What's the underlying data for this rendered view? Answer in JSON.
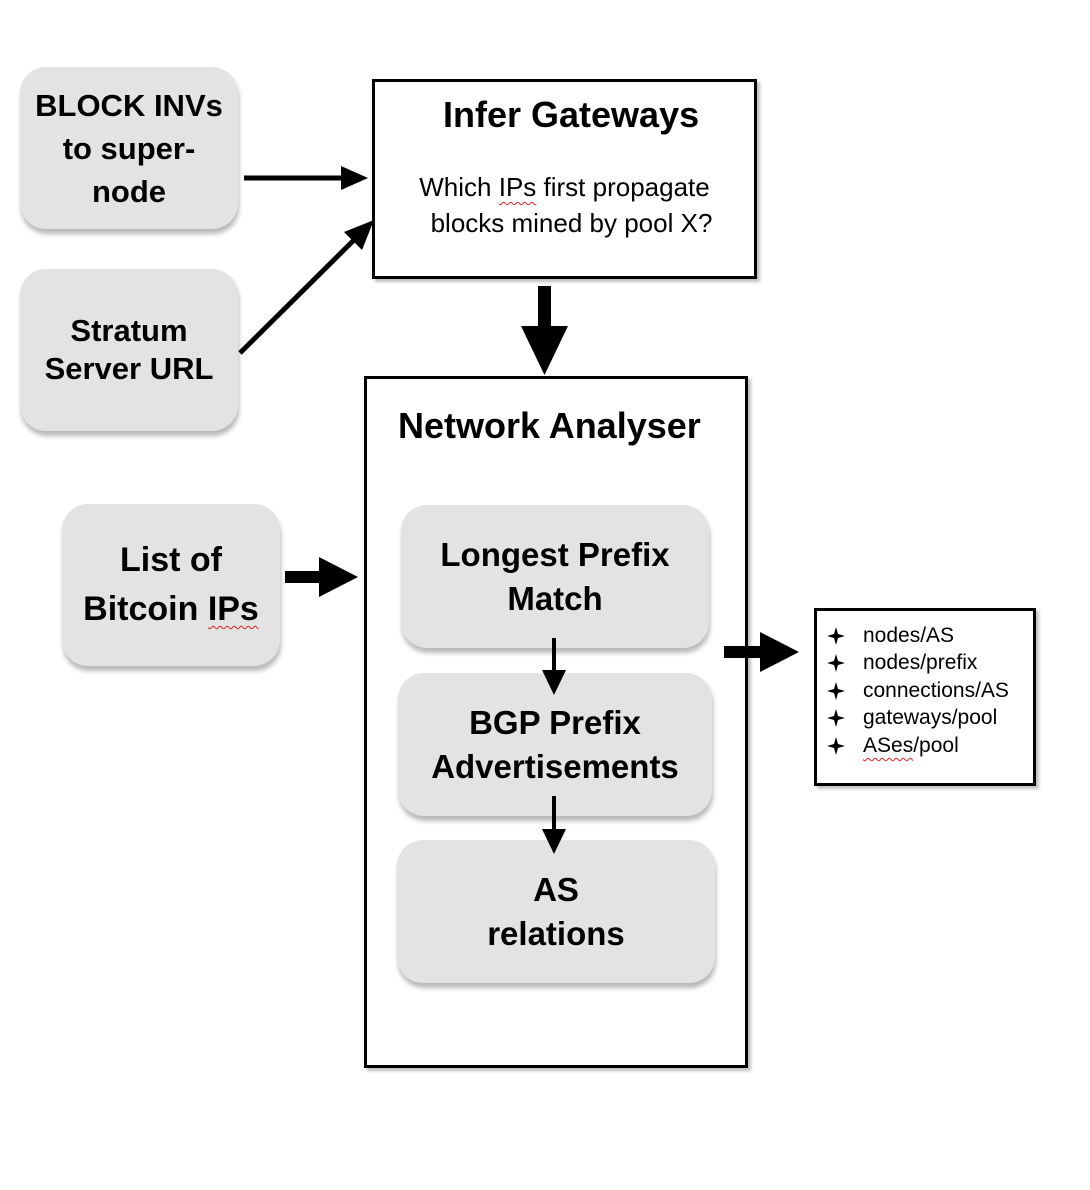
{
  "inputs": {
    "block_invs": [
      "BLOCK INVs",
      "to super-",
      "node"
    ],
    "stratum": [
      "Stratum",
      "Server URL"
    ],
    "bitcoin_ips": {
      "line1": "List of",
      "line2_prefix": "Bitcoin ",
      "line2_marked": "IPs"
    }
  },
  "infer_gateways": {
    "title": "Infer Gateways",
    "question_pre": "Which ",
    "question_marked": "IPs",
    "question_post": " first propagate",
    "question_line2": "blocks mined by pool X?"
  },
  "network_analyser": {
    "title": "Network Analyser",
    "steps": [
      [
        "Longest Prefix",
        "Match"
      ],
      [
        "BGP Prefix",
        "Advertisements"
      ],
      [
        "AS",
        "relations"
      ]
    ]
  },
  "outputs": {
    "items": [
      "nodes/AS",
      "nodes/prefix",
      "connections/AS",
      "gateways/pool"
    ],
    "last_marked": "ASes",
    "last_rest": "/pool"
  }
}
